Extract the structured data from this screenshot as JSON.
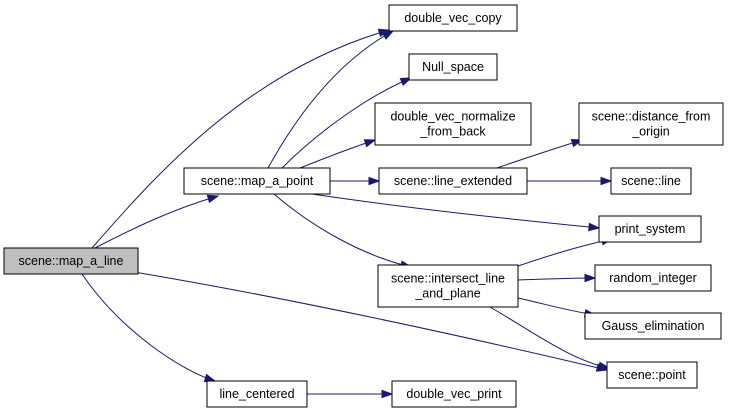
{
  "nodes": [
    {
      "id": "map_a_line",
      "lines": [
        "scene::map_a_line"
      ],
      "root": true
    },
    {
      "id": "map_a_point",
      "lines": [
        "scene::map_a_point"
      ]
    },
    {
      "id": "line_centered",
      "lines": [
        "line_centered"
      ]
    },
    {
      "id": "double_vec_copy",
      "lines": [
        "double_vec_copy"
      ]
    },
    {
      "id": "null_space",
      "lines": [
        "Null_space"
      ]
    },
    {
      "id": "double_vec_normalize_from_back",
      "lines": [
        "double_vec_normalize",
        "_from_back"
      ]
    },
    {
      "id": "line_extended",
      "lines": [
        "scene::line_extended"
      ]
    },
    {
      "id": "intersect_line_and_plane",
      "lines": [
        "scene::intersect_line",
        "_and_plane"
      ]
    },
    {
      "id": "double_vec_print",
      "lines": [
        "double_vec_print"
      ]
    },
    {
      "id": "distance_from_origin",
      "lines": [
        "scene::distance_from",
        "_origin"
      ]
    },
    {
      "id": "line",
      "lines": [
        "scene::line"
      ]
    },
    {
      "id": "print_system",
      "lines": [
        "print_system"
      ]
    },
    {
      "id": "random_integer",
      "lines": [
        "random_integer"
      ]
    },
    {
      "id": "gauss_elimination",
      "lines": [
        "Gauss_elimination"
      ]
    },
    {
      "id": "point",
      "lines": [
        "scene::point"
      ]
    }
  ],
  "edges": [
    {
      "from": "map_a_line",
      "to": "double_vec_copy"
    },
    {
      "from": "map_a_line",
      "to": "map_a_point"
    },
    {
      "from": "map_a_line",
      "to": "line_centered"
    },
    {
      "from": "map_a_line",
      "to": "point"
    },
    {
      "from": "map_a_point",
      "to": "double_vec_copy"
    },
    {
      "from": "map_a_point",
      "to": "null_space"
    },
    {
      "from": "map_a_point",
      "to": "double_vec_normalize_from_back"
    },
    {
      "from": "map_a_point",
      "to": "line_extended"
    },
    {
      "from": "map_a_point",
      "to": "print_system"
    },
    {
      "from": "map_a_point",
      "to": "intersect_line_and_plane"
    },
    {
      "from": "line_extended",
      "to": "distance_from_origin"
    },
    {
      "from": "line_extended",
      "to": "line"
    },
    {
      "from": "intersect_line_and_plane",
      "to": "print_system"
    },
    {
      "from": "intersect_line_and_plane",
      "to": "random_integer"
    },
    {
      "from": "intersect_line_and_plane",
      "to": "gauss_elimination"
    },
    {
      "from": "intersect_line_and_plane",
      "to": "point"
    },
    {
      "from": "line_centered",
      "to": "double_vec_print"
    }
  ]
}
